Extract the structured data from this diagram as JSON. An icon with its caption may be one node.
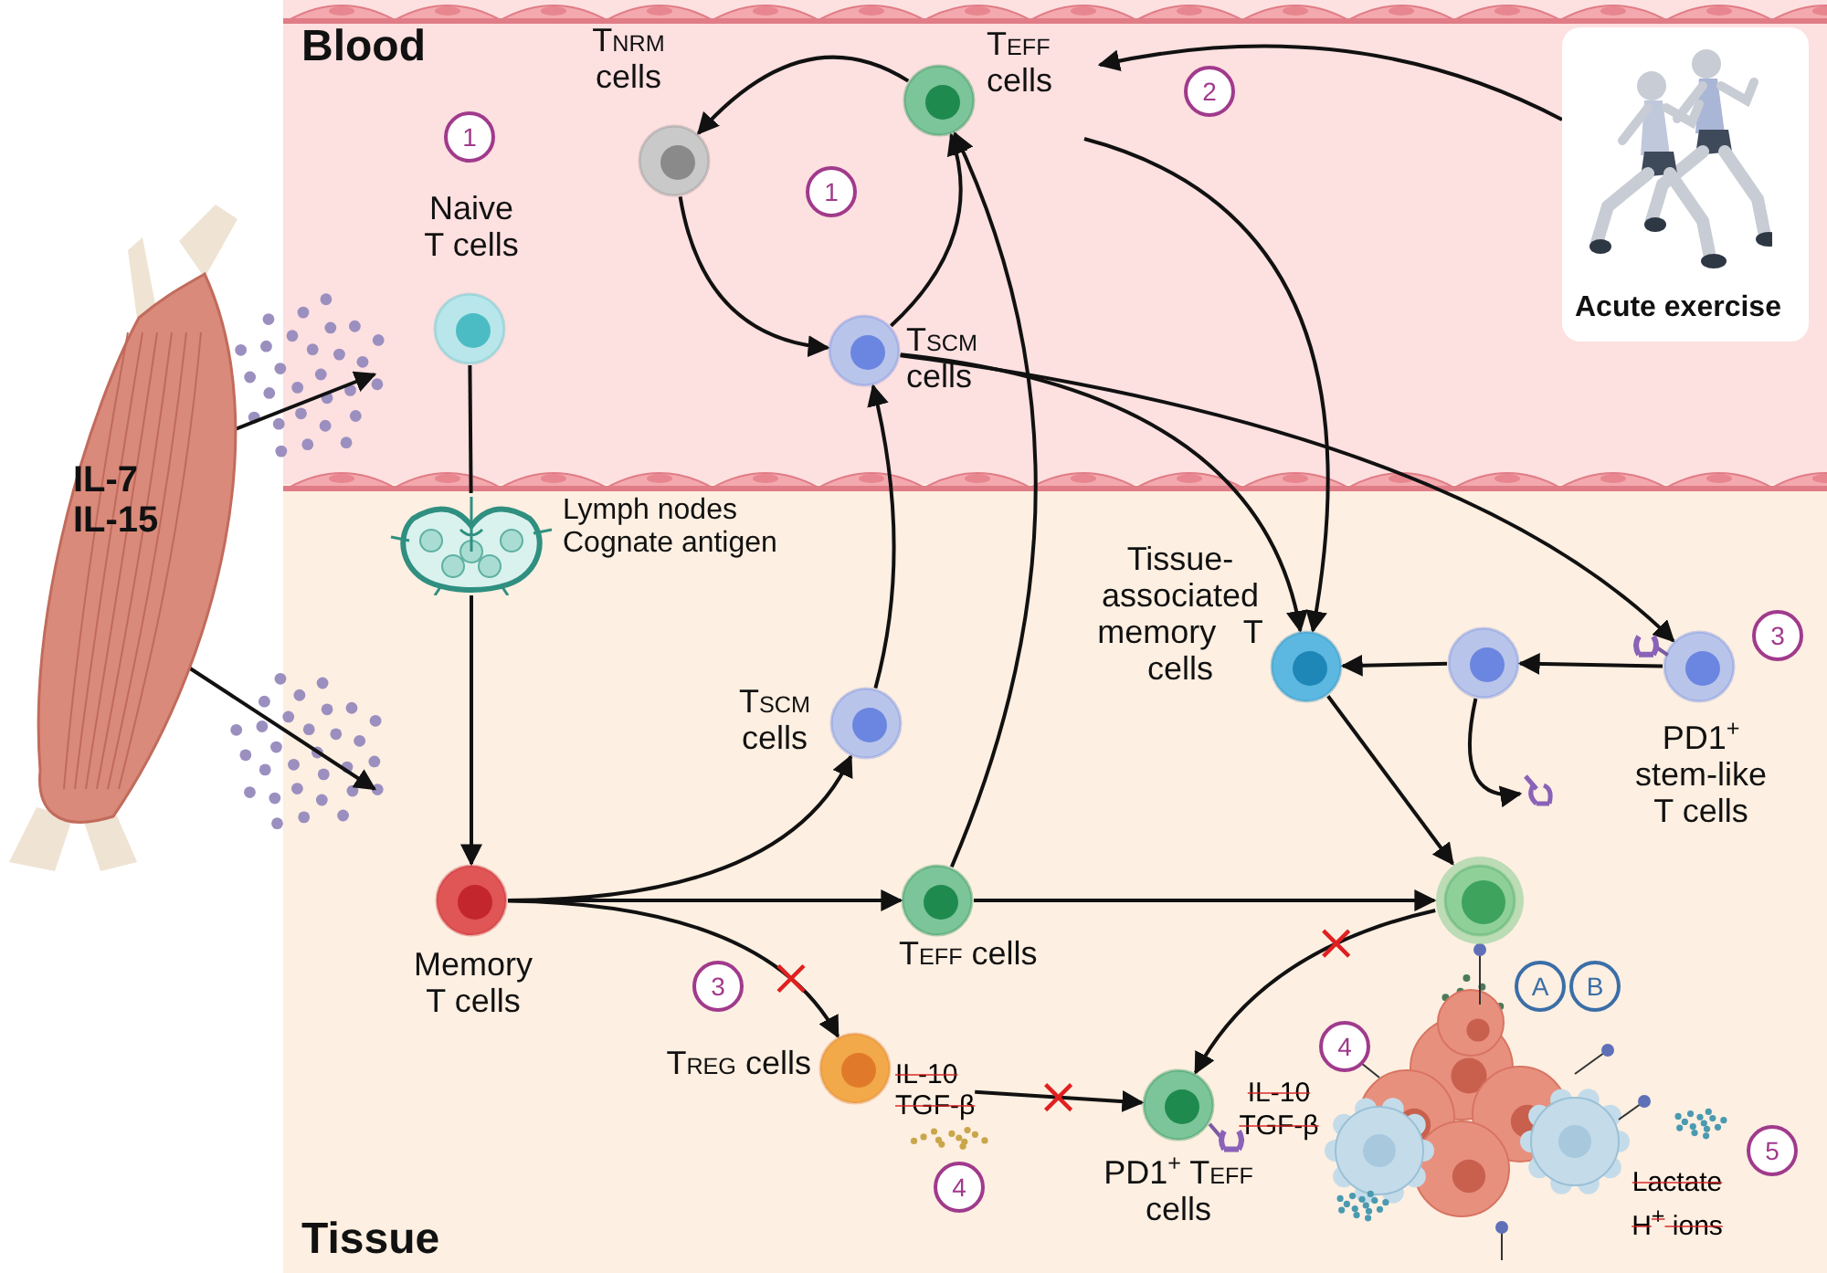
{
  "diagram": {
    "nodes": [
      {
        "text": [
          "Blood"
        ]
      },
      {
        "text": [
          "Tissue"
        ]
      },
      {
        "text": [
          "IL-7 IL-15"
        ]
      },
      {
        "text": [
          "T$_{NRM}$ cells"
        ],
        "in": 0
      },
      {
        "text": [
          "T$_{EFF}$ cells"
        ],
        "in": 0
      },
      {
        "text": [
          "Naive T cells"
        ],
        "in": 0
      },
      {
        "text": [
          "T$_{SCM}$ cells"
        ],
        "in": 0
      },
      {
        "text": [
          "Acute exercise"
        ],
        "in": 0
      },
      {
        "text": [],
        "shape": "picture",
        "beside": [
          "Lymph nodes Cognate antigen"
        ],
        "in": 1
      },
      {
        "text": [
          "Tissue-associated memory T cells"
        ],
        "in": 1
      },
      {
        "text": [],
        "shape": "circle",
        "in": 1
      },
      {
        "text": [
          "PD1$^{+}$ stem-like T cells"
        ],
        "in": 1
      },
      {
        "text": [
          "T$_{SCM}$ cells"
        ],
        "in": 1
      },
      {
        "text": [],
        "shape": "picture",
        "in": 1
      },
      {
        "text": [
          "Memory T cells"
        ],
        "in": 1
      },
      {
        "text": [
          "T$_{EFF}$ cells"
        ],
        "in": 1
      },
      {
        "text": [],
        "shape": "circle",
        "in": 1
      },
      {
        "text": [
          "T$_{REG}$ cells"
        ],
        "in": 1
      },
      {
        "text": [
          "IL-10",
          "TGF-β"
        ],
        "in": 1
      },
      {
        "text": [
          "PD1$^{+}$ T$_{EFF}$ cells"
        ],
        "in": 1
      }
    ],
    "edges": [
      {
        "from": 2,
        "to": null,
        "arrow": "to"
      },
      {
        "from": 2,
        "to": null,
        "arrow": "to"
      },
      {
        "from": 4,
        "to": 3,
        "arrow": "to"
      },
      {
        "from": 3,
        "to": 6,
        "arrow": "to"
      },
      {
        "from": 6,
        "to": 4,
        "arrow": "to"
      },
      {
        "from": 7,
        "to": 4,
        "arrow": "to"
      },
      {
        "from": 4,
        "to": 9,
        "arrow": "to"
      },
      {
        "from": 6,
        "to": 9,
        "arrow": "to"
      },
      {
        "from": 6,
        "to": 11,
        "arrow": "to"
      },
      {
        "from": 15,
        "to": 4,
        "arrow": "to"
      },
      {
        "from": 12,
        "to": 6,
        "arrow": "to"
      },
      {
        "from": 5,
        "to": 8,
        "arrow": "none"
      },
      {
        "from": 8,
        "to": 14,
        "arrow": "to"
      },
      {
        "from": 14,
        "to": 12,
        "arrow": "to"
      },
      {
        "from": 14,
        "to": 15,
        "arrow": "to"
      },
      {
        "from": 14,
        "to": 17,
        "arrow": "to"
      },
      {
        "from": 15,
        "to": 16,
        "arrow": "to"
      },
      {
        "from": 9,
        "to": 16,
        "arrow": "to"
      },
      {
        "from": 11,
        "to": 10,
        "arrow": "to"
      },
      {
        "from": 10,
        "to": 9,
        "arrow": "to"
      },
      {
        "from": 10,
        "to": 13,
        "arrow": "to"
      },
      {
        "from": 16,
        "to": 19,
        "arrow": "to"
      },
      {
        "from": 18,
        "to": 19,
        "arrow": "to"
      }
    ],
    "labels": [
      "2",
      "1",
      "1",
      "3",
      "3",
      "A",
      "B",
      "4",
      "IL-10",
      "TGF-β",
      "4",
      "Lactate",
      "H$^{+}$ ions",
      "5"
    ]
  }
}
